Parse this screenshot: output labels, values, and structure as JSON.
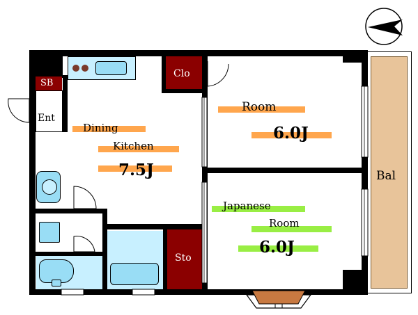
{
  "rooms": {
    "sb": "SB",
    "entrance": "Ent",
    "closet": "Clo",
    "dining_line1": "Dining",
    "dining_line2": "Kitchen",
    "dining_size": "7.5J",
    "room": "Room",
    "room_size": "6.0J",
    "japanese_line1": "Japanese",
    "japanese_line2": "Room",
    "japanese_size": "6.0J",
    "storage": "Sto",
    "balcony": "Bal"
  },
  "colors": {
    "wall": "#000000",
    "label_band_orange": "#ffa64d",
    "label_band_green": "#99ee44",
    "storage_fill": "#8b0000",
    "balcony_fill": "#e8c49a",
    "wet_area_fill": "#c8f0ff",
    "fixture_fill": "#99ddf5",
    "bay_window_fill": "#c87941"
  },
  "icons": [
    "compass-icon",
    "door-swing-icon",
    "window-icon",
    "toilet-icon",
    "bathtub-icon",
    "sink-icon",
    "stove-icon"
  ]
}
